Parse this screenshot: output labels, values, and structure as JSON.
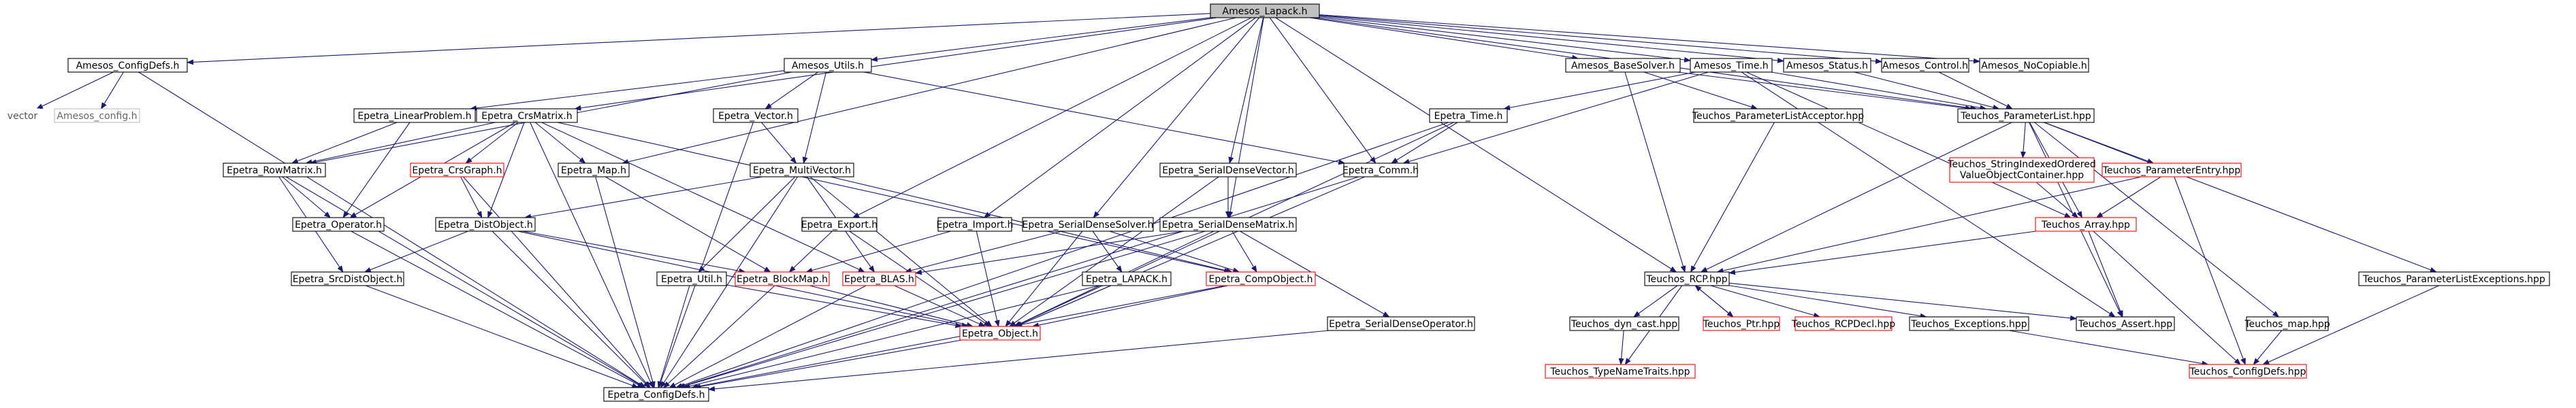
{
  "title": "Amesos_Lapack.h",
  "colors": {
    "edge": "#191970",
    "root_fill": "#bfbfbf",
    "border": "#000000",
    "red_border": "#ff0000",
    "gray_border": "#bfbfbf"
  },
  "nodes": [
    {
      "id": "root",
      "label": "Amesos_Lapack.h",
      "kind": "root"
    },
    {
      "id": "cfgdefs",
      "label": "Amesos_ConfigDefs.h",
      "kind": "normal"
    },
    {
      "id": "vector",
      "label": "vector",
      "kind": "plain"
    },
    {
      "id": "amconfig",
      "label": "Amesos_config.h",
      "kind": "gray"
    },
    {
      "id": "utils",
      "label": "Amesos_Utils.h",
      "kind": "normal"
    },
    {
      "id": "basesolver",
      "label": "Amesos_BaseSolver.h",
      "kind": "normal"
    },
    {
      "id": "amtime",
      "label": "Amesos_Time.h",
      "kind": "normal"
    },
    {
      "id": "amstatus",
      "label": "Amesos_Status.h",
      "kind": "normal"
    },
    {
      "id": "amcontrol",
      "label": "Amesos_Control.h",
      "kind": "normal"
    },
    {
      "id": "noncopy",
      "label": "Amesos_NoCopiable.h",
      "kind": "normal"
    },
    {
      "id": "linprob",
      "label": "Epetra_LinearProblem.h",
      "kind": "normal"
    },
    {
      "id": "crsmatrix",
      "label": "Epetra_CrsMatrix.h",
      "kind": "normal"
    },
    {
      "id": "evector",
      "label": "Epetra_Vector.h",
      "kind": "normal"
    },
    {
      "id": "etime",
      "label": "Epetra_Time.h",
      "kind": "normal"
    },
    {
      "id": "placceptor",
      "label": "Teuchos_ParameterListAcceptor.hpp",
      "kind": "normal"
    },
    {
      "id": "paramlist",
      "label": "Teuchos_ParameterList.hpp",
      "kind": "normal"
    },
    {
      "id": "rowmatrix",
      "label": "Epetra_RowMatrix.h",
      "kind": "normal"
    },
    {
      "id": "crsgraph",
      "label": "Epetra_CrsGraph.h",
      "kind": "red"
    },
    {
      "id": "emap",
      "label": "Epetra_Map.h",
      "kind": "normal"
    },
    {
      "id": "multivec",
      "label": "Epetra_MultiVector.h",
      "kind": "normal"
    },
    {
      "id": "sdvector",
      "label": "Epetra_SerialDenseVector.h",
      "kind": "normal"
    },
    {
      "id": "comm",
      "label": "Epetra_Comm.h",
      "kind": "normal"
    },
    {
      "id": "strindexed",
      "label": "Teuchos_StringIndexedOrdered ValueObjectContainer.hpp",
      "kind": "red",
      "lines": [
        "Teuchos_StringIndexedOrdered",
        "ValueObjectContainer.hpp"
      ]
    },
    {
      "id": "paramentry",
      "label": "Teuchos_ParameterEntry.hpp",
      "kind": "red"
    },
    {
      "id": "operator",
      "label": "Epetra_Operator.h",
      "kind": "normal"
    },
    {
      "id": "distobj",
      "label": "Epetra_DistObject.h",
      "kind": "normal"
    },
    {
      "id": "export",
      "label": "Epetra_Export.h",
      "kind": "normal"
    },
    {
      "id": "import",
      "label": "Epetra_Import.h",
      "kind": "normal"
    },
    {
      "id": "sdsolver",
      "label": "Epetra_SerialDenseSolver.h",
      "kind": "normal"
    },
    {
      "id": "sdmatrix",
      "label": "Epetra_SerialDenseMatrix.h",
      "kind": "normal"
    },
    {
      "id": "rcp",
      "label": "Teuchos_RCP.hpp",
      "kind": "normal"
    },
    {
      "id": "tarray",
      "label": "Teuchos_Array.hpp",
      "kind": "red"
    },
    {
      "id": "plexceptions",
      "label": "Teuchos_ParameterListExceptions.hpp",
      "kind": "normal"
    },
    {
      "id": "srcdist",
      "label": "Epetra_SrcDistObject.h",
      "kind": "normal"
    },
    {
      "id": "eutil",
      "label": "Epetra_Util.h",
      "kind": "normal"
    },
    {
      "id": "blockmap",
      "label": "Epetra_BlockMap.h",
      "kind": "red"
    },
    {
      "id": "blas",
      "label": "Epetra_BLAS.h",
      "kind": "red"
    },
    {
      "id": "lapack",
      "label": "Epetra_LAPACK.h",
      "kind": "normal"
    },
    {
      "id": "compobj",
      "label": "Epetra_CompObject.h",
      "kind": "red"
    },
    {
      "id": "dynrcast",
      "label": "Teuchos_dyn_cast.hpp",
      "kind": "normal"
    },
    {
      "id": "tptr",
      "label": "Teuchos_Ptr.hpp",
      "kind": "red"
    },
    {
      "id": "rcpdecl",
      "label": "Teuchos_RCPDecl.hpp",
      "kind": "red"
    },
    {
      "id": "texcept",
      "label": "Teuchos_Exceptions.hpp",
      "kind": "normal"
    },
    {
      "id": "tassert",
      "label": "Teuchos_Assert.hpp",
      "kind": "normal"
    },
    {
      "id": "tmap",
      "label": "Teuchos_map.hpp",
      "kind": "normal"
    },
    {
      "id": "eobject",
      "label": "Epetra_Object.h",
      "kind": "red"
    },
    {
      "id": "sdoperator",
      "label": "Epetra_SerialDenseOperator.h",
      "kind": "normal"
    },
    {
      "id": "typenametraits",
      "label": "Teuchos_TypeNameTraits.hpp",
      "kind": "red"
    },
    {
      "id": "tcfgdefs",
      "label": "Teuchos_ConfigDefs.hpp",
      "kind": "red"
    },
    {
      "id": "ecfgdefs",
      "label": "Epetra_ConfigDefs.h",
      "kind": "normal"
    }
  ],
  "edges": [
    [
      "root",
      "cfgdefs"
    ],
    [
      "root",
      "utils"
    ],
    [
      "root",
      "basesolver"
    ],
    [
      "root",
      "amtime"
    ],
    [
      "root",
      "amstatus"
    ],
    [
      "root",
      "amcontrol"
    ],
    [
      "root",
      "noncopy"
    ],
    [
      "root",
      "emap"
    ],
    [
      "root",
      "export"
    ],
    [
      "root",
      "import"
    ],
    [
      "root",
      "sdsolver"
    ],
    [
      "root",
      "sdmatrix"
    ],
    [
      "root",
      "sdvector"
    ],
    [
      "root",
      "comm"
    ],
    [
      "root",
      "crsmatrix"
    ],
    [
      "root",
      "paramlist"
    ],
    [
      "root",
      "rcp"
    ],
    [
      "cfgdefs",
      "vector"
    ],
    [
      "cfgdefs",
      "amconfig"
    ],
    [
      "cfgdefs",
      "ecfgdefs"
    ],
    [
      "utils",
      "linprob"
    ],
    [
      "utils",
      "evector"
    ],
    [
      "utils",
      "multivec"
    ],
    [
      "utils",
      "comm"
    ],
    [
      "utils",
      "rowmatrix"
    ],
    [
      "basesolver",
      "rcp"
    ],
    [
      "basesolver",
      "paramlist"
    ],
    [
      "basesolver",
      "placceptor"
    ],
    [
      "amtime",
      "etime"
    ],
    [
      "amtime",
      "comm"
    ],
    [
      "amtime",
      "paramlist"
    ],
    [
      "amtime",
      "tarray"
    ],
    [
      "amtime",
      "tassert"
    ],
    [
      "amstatus",
      "paramlist"
    ],
    [
      "amcontrol",
      "paramlist"
    ],
    [
      "linprob",
      "rowmatrix"
    ],
    [
      "linprob",
      "operator"
    ],
    [
      "crsmatrix",
      "rowmatrix"
    ],
    [
      "crsmatrix",
      "crsgraph"
    ],
    [
      "crsmatrix",
      "emap"
    ],
    [
      "crsmatrix",
      "distobj"
    ],
    [
      "crsmatrix",
      "compobj"
    ],
    [
      "crsmatrix",
      "blas"
    ],
    [
      "crsmatrix",
      "ecfgdefs"
    ],
    [
      "crsmatrix",
      "operator"
    ],
    [
      "evector",
      "multivec"
    ],
    [
      "evector",
      "ecfgdefs"
    ],
    [
      "etime",
      "comm"
    ],
    [
      "etime",
      "eobject"
    ],
    [
      "etime",
      "ecfgdefs"
    ],
    [
      "placceptor",
      "rcp"
    ],
    [
      "paramlist",
      "rcp"
    ],
    [
      "paramlist",
      "strindexed"
    ],
    [
      "paramlist",
      "paramentry"
    ],
    [
      "paramlist",
      "tarray"
    ],
    [
      "paramlist",
      "tmap"
    ],
    [
      "paramlist",
      "plexceptions"
    ],
    [
      "paramlist",
      "tassert"
    ],
    [
      "rowmatrix",
      "operator"
    ],
    [
      "rowmatrix",
      "srcdist"
    ],
    [
      "rowmatrix",
      "ecfgdefs"
    ],
    [
      "crsgraph",
      "distobj"
    ],
    [
      "crsgraph",
      "ecfgdefs"
    ],
    [
      "emap",
      "blockmap"
    ],
    [
      "emap",
      "ecfgdefs"
    ],
    [
      "multivec",
      "distobj"
    ],
    [
      "multivec",
      "eutil"
    ],
    [
      "multivec",
      "blas"
    ],
    [
      "multivec",
      "compobj"
    ],
    [
      "multivec",
      "ecfgdefs"
    ],
    [
      "multivec",
      "eobject"
    ],
    [
      "sdvector",
      "sdmatrix"
    ],
    [
      "sdvector",
      "eobject"
    ],
    [
      "comm",
      "eobject"
    ],
    [
      "comm",
      "ecfgdefs"
    ],
    [
      "strindexed",
      "tarray"
    ],
    [
      "paramentry",
      "tarray"
    ],
    [
      "paramentry",
      "rcp"
    ],
    [
      "paramentry",
      "tcfgdefs"
    ],
    [
      "operator",
      "ecfgdefs"
    ],
    [
      "distobj",
      "srcdist"
    ],
    [
      "distobj",
      "blockmap"
    ],
    [
      "distobj",
      "eobject"
    ],
    [
      "distobj",
      "ecfgdefs"
    ],
    [
      "export",
      "blockmap"
    ],
    [
      "export",
      "eobject"
    ],
    [
      "import",
      "blockmap"
    ],
    [
      "import",
      "eobject"
    ],
    [
      "sdsolver",
      "blas"
    ],
    [
      "sdsolver",
      "lapack"
    ],
    [
      "sdsolver",
      "compobj"
    ],
    [
      "sdsolver",
      "eobject"
    ],
    [
      "sdmatrix",
      "blas"
    ],
    [
      "sdmatrix",
      "compobj"
    ],
    [
      "sdmatrix",
      "sdoperator"
    ],
    [
      "sdmatrix",
      "eobject"
    ],
    [
      "sdmatrix",
      "ecfgdefs"
    ],
    [
      "rcp",
      "dynrcast"
    ],
    [
      "rcp",
      "tptr"
    ],
    [
      "rcp",
      "rcpdecl"
    ],
    [
      "rcp",
      "texcept"
    ],
    [
      "rcp",
      "tassert"
    ],
    [
      "rcp",
      "typenametraits"
    ],
    [
      "tarray",
      "tassert"
    ],
    [
      "tarray",
      "tcfgdefs"
    ],
    [
      "tarray",
      "rcp"
    ],
    [
      "plexceptions",
      "tcfgdefs"
    ],
    [
      "srcdist",
      "ecfgdefs"
    ],
    [
      "eutil",
      "ecfgdefs"
    ],
    [
      "eutil",
      "eobject"
    ],
    [
      "blockmap",
      "eobject"
    ],
    [
      "blockmap",
      "ecfgdefs"
    ],
    [
      "blas",
      "eobject"
    ],
    [
      "blas",
      "ecfgdefs"
    ],
    [
      "lapack",
      "eobject"
    ],
    [
      "lapack",
      "ecfgdefs"
    ],
    [
      "compobj",
      "eobject"
    ],
    [
      "compobj",
      "ecfgdefs"
    ],
    [
      "dynrcast",
      "typenametraits"
    ],
    [
      "tptr",
      "rcp"
    ],
    [
      "texcept",
      "tcfgdefs"
    ],
    [
      "tmap",
      "tcfgdefs"
    ],
    [
      "eobject",
      "ecfgdefs"
    ],
    [
      "sdoperator",
      "ecfgdefs"
    ]
  ]
}
